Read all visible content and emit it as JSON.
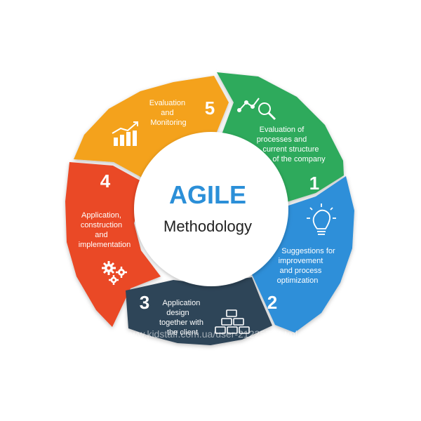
{
  "center": {
    "title": "AGILE",
    "subtitle": "Methodology",
    "title_color": "#2b8fd8",
    "subtitle_color": "#222222"
  },
  "segments": [
    {
      "id": "1",
      "number": "1",
      "lines": [
        "Evaluation of",
        "processes and",
        "current structure",
        "of the company"
      ],
      "color": "#2eaa5c",
      "icon": "magnifier-graph-icon"
    },
    {
      "id": "2",
      "number": "2",
      "lines": [
        "Suggestions for",
        "improvement",
        "and process",
        "optimization"
      ],
      "color": "#2f8fd9",
      "icon": "lightbulb-icon"
    },
    {
      "id": "3",
      "number": "3",
      "lines": [
        "Application",
        "design",
        "together with",
        "the client"
      ],
      "color": "#2f4458",
      "icon": "bricks-icon"
    },
    {
      "id": "4",
      "number": "4",
      "lines": [
        "Application,",
        "construction",
        "and",
        "implementation"
      ],
      "color": "#ea4a28",
      "icon": "gears-icon"
    },
    {
      "id": "5",
      "number": "5",
      "lines": [
        "Evaluation",
        "and",
        "Monitoring"
      ],
      "color": "#f4a21d",
      "icon": "bar-chart-icon"
    }
  ],
  "watermark": "www.kidstaff.com.ua/user-2122577.html"
}
